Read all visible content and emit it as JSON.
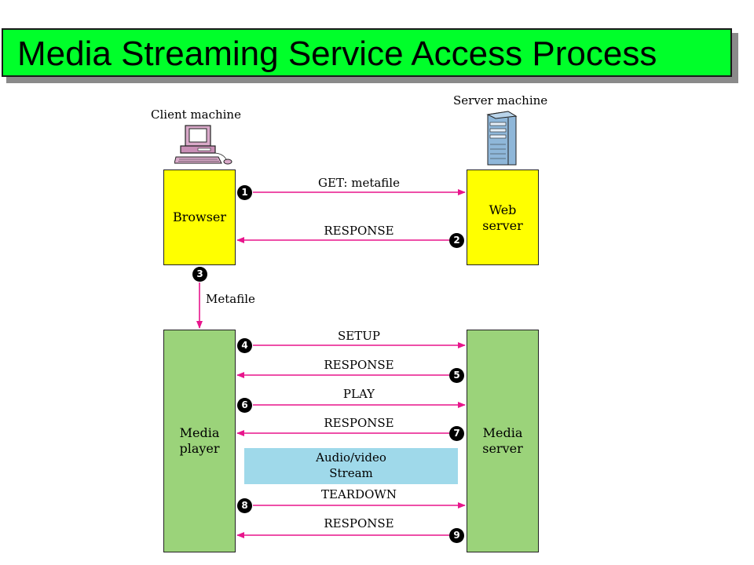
{
  "title": "Media Streaming Service Access Process",
  "client": {
    "caption": "Client machine"
  },
  "server": {
    "caption": "Server machine"
  },
  "nodes": {
    "browser": "Browser",
    "web_server": [
      "Web",
      "server"
    ],
    "media_player": [
      "Media",
      "player"
    ],
    "media_server": [
      "Media",
      "server"
    ]
  },
  "messages": [
    {
      "step": "1",
      "label": "GET: metafile"
    },
    {
      "step": "2",
      "label": "RESPONSE"
    },
    {
      "step": "3",
      "label": "Metafile"
    },
    {
      "step": "4",
      "label": "SETUP"
    },
    {
      "step": "5",
      "label": "RESPONSE"
    },
    {
      "step": "6",
      "label": "PLAY"
    },
    {
      "step": "7",
      "label": "RESPONSE"
    },
    {
      "step": "8",
      "label": "TEARDOWN"
    },
    {
      "step": "9",
      "label": "RESPONSE"
    }
  ],
  "stream": [
    "Audio/video",
    "Stream"
  ],
  "colors": {
    "title_bg": "#00ff2a",
    "arrow": "#e8158c",
    "top_nodes": "#ffff00",
    "bottom_nodes": "#9bd37a",
    "stream": "#9fd9ea"
  }
}
